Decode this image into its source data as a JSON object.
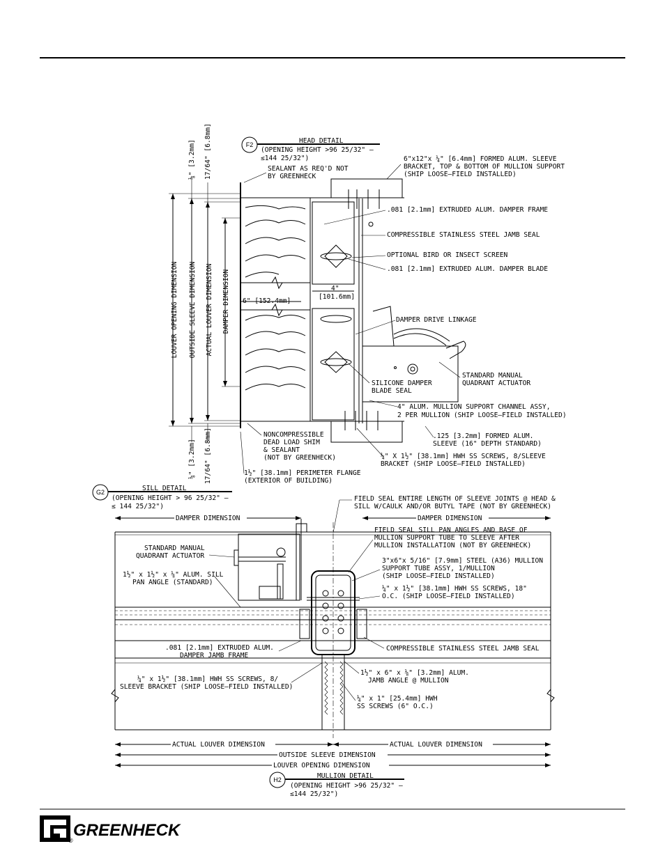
{
  "brand": {
    "name": "GREENHECK",
    "registered": "®"
  },
  "head_detail": {
    "bubble": "F2",
    "title": "HEAD DETAIL",
    "sub1": "(OPENING HEIGHT >96 25/32\" –",
    "sub2": "≤144 25/32\")",
    "callouts": [
      "6\"x12\"x ¼\" [6.4mm] FORMED ALUM. SLEEVE",
      "BRACKET, TOP & BOTTOM OF MULLION SUPPORT",
      "(SHIP LOOSE–FIELD INSTALLED)",
      "SEALANT AS REQ'D NOT",
      "BY GREENHECK",
      ".081 [2.1mm] EXTRUDED ALUM. DAMPER FRAME",
      "COMPRESSIBLE STAINLESS STEEL JAMB SEAL",
      "OPTIONAL BIRD OR INSECT SCREEN",
      ".081 [2.1mm] EXTRUDED ALUM. DAMPER BLADE",
      "4\"",
      "[101.6mm]",
      "6\" [152.4mm]",
      "DAMPER DRIVE LINKAGE",
      "STANDARD MANUAL",
      "QUADRANT ACTUATOR",
      "SILICONE DAMPER",
      "BLADE SEAL",
      "4\" ALUM. MULLION SUPPORT CHANNEL ASSY,",
      "2 PER MULLION (SHIP LOOSE–FIELD INSTALLED)",
      "NONCOMPRESSIBLE",
      "DEAD LOAD SHIM",
      "& SEALANT",
      "(NOT BY GREENHECK)",
      ".125 [3.2mm] FORMED ALUM.",
      "SLEEVE (16\" DEPTH STANDARD)",
      "¼\" X 1½\" [38.1mm] HWH SS SCREWS, 8/SLEEVE",
      "BRACKET (SHIP LOOSE–FIELD INSTALLED)",
      "1½\" [38.1mm] PERIMETER FLANGE",
      "(EXTERIOR OF BUILDING)"
    ],
    "vertical_dims": [
      "LOUVER OPENING DIMENSION",
      "OUTSIDE SLEEVE DIMENSION",
      "ACTUAL LOUVER DIMENSION",
      "DAMPER DIMENSION",
      "⅛\" [3.2mm]",
      "17/64\" [6.8mm]",
      "⅛\" [3.2mm]",
      "17/64\" [6.8mm]"
    ]
  },
  "sill_detail": {
    "bubble": "G2",
    "title": "SILL DETAIL",
    "sub1": "(OPENING HEIGHT > 96 25/32\" –",
    "sub2": "≤ 144 25/32\")"
  },
  "mullion_detail": {
    "bubble": "H2",
    "title": "MULLION DETAIL",
    "sub1": "(OPENING HEIGHT >96 25/32\" –",
    "sub2": "≤144 25/32\")",
    "callouts": [
      "FIELD SEAL ENTIRE LENGTH OF SLEEVE JOINTS @ HEAD &",
      "SILL W/CAULK AND/OR BUTYL TAPE (NOT BY GREENHECK)",
      "DAMPER DIMENSION",
      "DAMPER DIMENSION",
      "FIELD SEAL SILL PAN ANGLES AND BASE OF",
      "MULLION SUPPORT TUBE TO SLEEVE AFTER",
      "MULLION INSTALLATION (NOT BY GREENHECK)",
      "STANDARD MANUAL",
      "QUADRANT ACTUATOR",
      "3\"x6\"x 5/16\" [7.9mm] STEEL (A36) MULLION",
      "SUPPORT TUBE ASSY, 1/MULLION",
      "(SHIP LOOSE–FIELD INSTALLED)",
      "1½\" x 1½\" x ⅛\" ALUM. SILL",
      "PAN ANGLE (STANDARD)",
      "¼\" x 1½\" [38.1mm] HWH SS SCREWS, 18\"",
      "O.C. (SHIP LOOSE–FIELD INSTALLED)",
      ".081 [2.1mm] EXTRUDED ALUM.",
      "DAMPER JAMB FRAME",
      "COMPRESSIBLE STAINLESS STEEL JAMB SEAL",
      "¼\" x 1½\" [38.1mm] HWH SS SCREWS, 8/",
      "SLEEVE BRACKET (SHIP LOOSE–FIELD INSTALLED)",
      "1½\" x 6\" x ⅛\" [3.2mm] ALUM.",
      "JAMB ANGLE @ MULLION",
      "¼\" x 1\" [25.4mm] HWH",
      "SS SCREWS (6\" O.C.)",
      "ACTUAL LOUVER DIMENSION",
      "ACTUAL LOUVER DIMENSION",
      "OUTSIDE SLEEVE DIMENSION",
      "LOUVER OPENING DIMENSION"
    ]
  }
}
